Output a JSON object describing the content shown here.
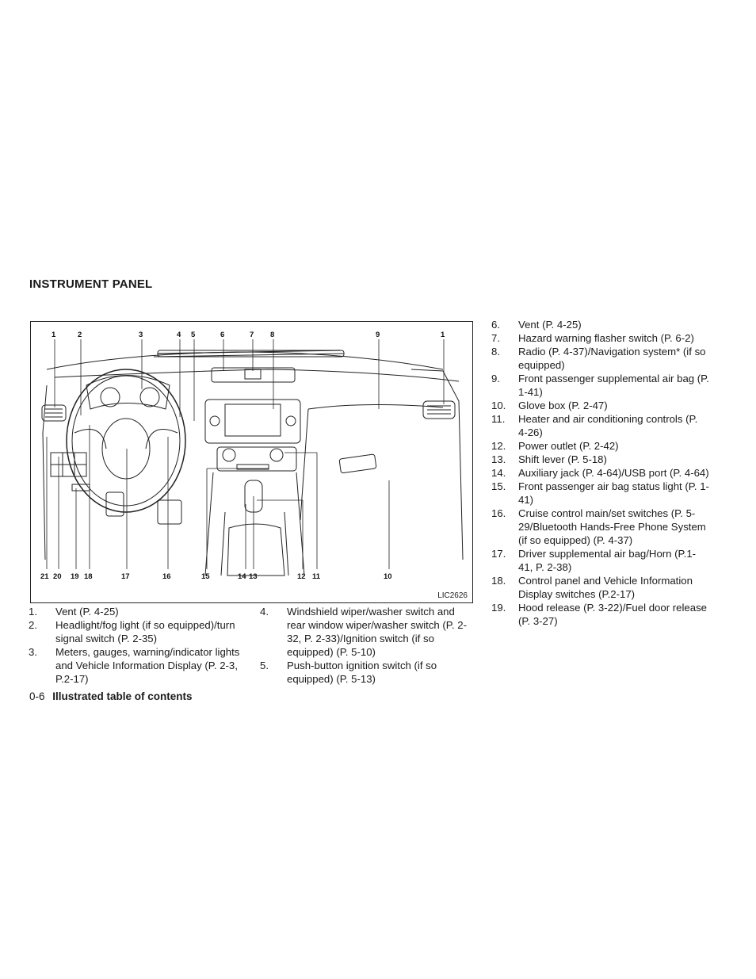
{
  "section_title": "INSTRUMENT PANEL",
  "figure": {
    "code": "LIC2626",
    "top_callouts": [
      "1",
      "2",
      "3",
      "4",
      "5",
      "6",
      "7",
      "8",
      "9",
      "1"
    ],
    "bottom_callouts": [
      "21",
      "20",
      "19",
      "18",
      "17",
      "16",
      "15",
      "14",
      "13",
      "12",
      "11",
      "10"
    ]
  },
  "list_left": [
    {
      "num": "1.",
      "text": "Vent (P. 4-25)"
    },
    {
      "num": "2.",
      "text": "Headlight/fog light (if so equipped)/turn signal switch (P. 2-35)"
    },
    {
      "num": "3.",
      "text": "Meters, gauges, warning/indicator lights and Vehicle Information Display (P. 2-3, P.2-17)"
    }
  ],
  "list_middle": [
    {
      "num": "4.",
      "text": "Windshield wiper/washer switch and rear window wiper/washer switch (P. 2-32, P. 2-33)/Ignition switch (if so equipped) (P. 5-10)"
    },
    {
      "num": "5.",
      "text": "Push-button ignition switch (if so equipped) (P. 5-13)"
    }
  ],
  "list_right": [
    {
      "num": "6.",
      "text": "Vent (P. 4-25)"
    },
    {
      "num": "7.",
      "text": "Hazard warning flasher switch (P. 6-2)"
    },
    {
      "num": "8.",
      "text": "Radio (P. 4-37)/Navigation system* (if so equipped)"
    },
    {
      "num": "9.",
      "text": "Front passenger supplemental air bag (P. 1-41)"
    },
    {
      "num": "10.",
      "text": "Glove box (P. 2-47)"
    },
    {
      "num": "11.",
      "text": "Heater and air conditioning controls (P. 4-26)"
    },
    {
      "num": "12.",
      "text": "Power outlet (P. 2-42)"
    },
    {
      "num": "13.",
      "text": "Shift lever (P. 5-18)"
    },
    {
      "num": "14.",
      "text": "Auxiliary jack (P. 4-64)/USB port (P. 4-64)"
    },
    {
      "num": "15.",
      "text": "Front passenger air bag status light (P. 1-41)"
    },
    {
      "num": "16.",
      "text": "Cruise control main/set switches (P. 5-29/Bluetooth Hands-Free Phone System (if so equipped) (P. 4-37)"
    },
    {
      "num": "17.",
      "text": "Driver supplemental air bag/Horn (P.1-41, P. 2-38)"
    },
    {
      "num": "18.",
      "text": "Control panel and Vehicle Information Display switches (P.2-17)"
    },
    {
      "num": "19.",
      "text": "Hood release (P. 3-22)/Fuel door release (P. 3-27)"
    }
  ],
  "footer": {
    "page": "0-6",
    "chapter": "Illustrated table of contents"
  }
}
